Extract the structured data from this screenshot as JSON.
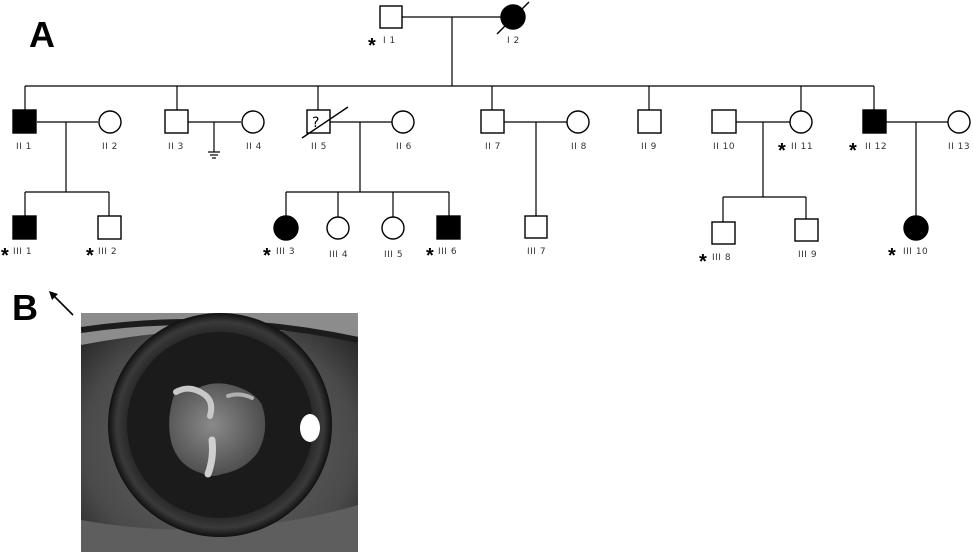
{
  "panel_a": {
    "letter": "A",
    "question_mark": "?",
    "star_symbol": "*",
    "individuals": {
      "I1": "I 1",
      "I2": "I 2",
      "II1": "II 1",
      "II2": "II 2",
      "II3": "II 3",
      "II4": "II 4",
      "II5": "II 5",
      "II6": "II 6",
      "II7": "II 7",
      "II8": "II 8",
      "II9": "II 9",
      "II10": "II 10",
      "II11": "II 11",
      "II12": "II 12",
      "II13": "II 13",
      "III1": "III 1",
      "III2": "III 2",
      "III3": "III 3",
      "III4": "III 4",
      "III5": "III 5",
      "III6": "III 6",
      "III7": "III 7",
      "III8": "III 8",
      "III9": "III 9",
      "III10": "III 10"
    }
  },
  "panel_b": {
    "letter": "B",
    "arrow_icon": "arrow-pointing-up-left",
    "photo": "grayscale close-up of an eye with a white lens opacity"
  },
  "colors": {
    "affected": "#000000",
    "unaffected": "#ffffff",
    "line": "#000000"
  }
}
